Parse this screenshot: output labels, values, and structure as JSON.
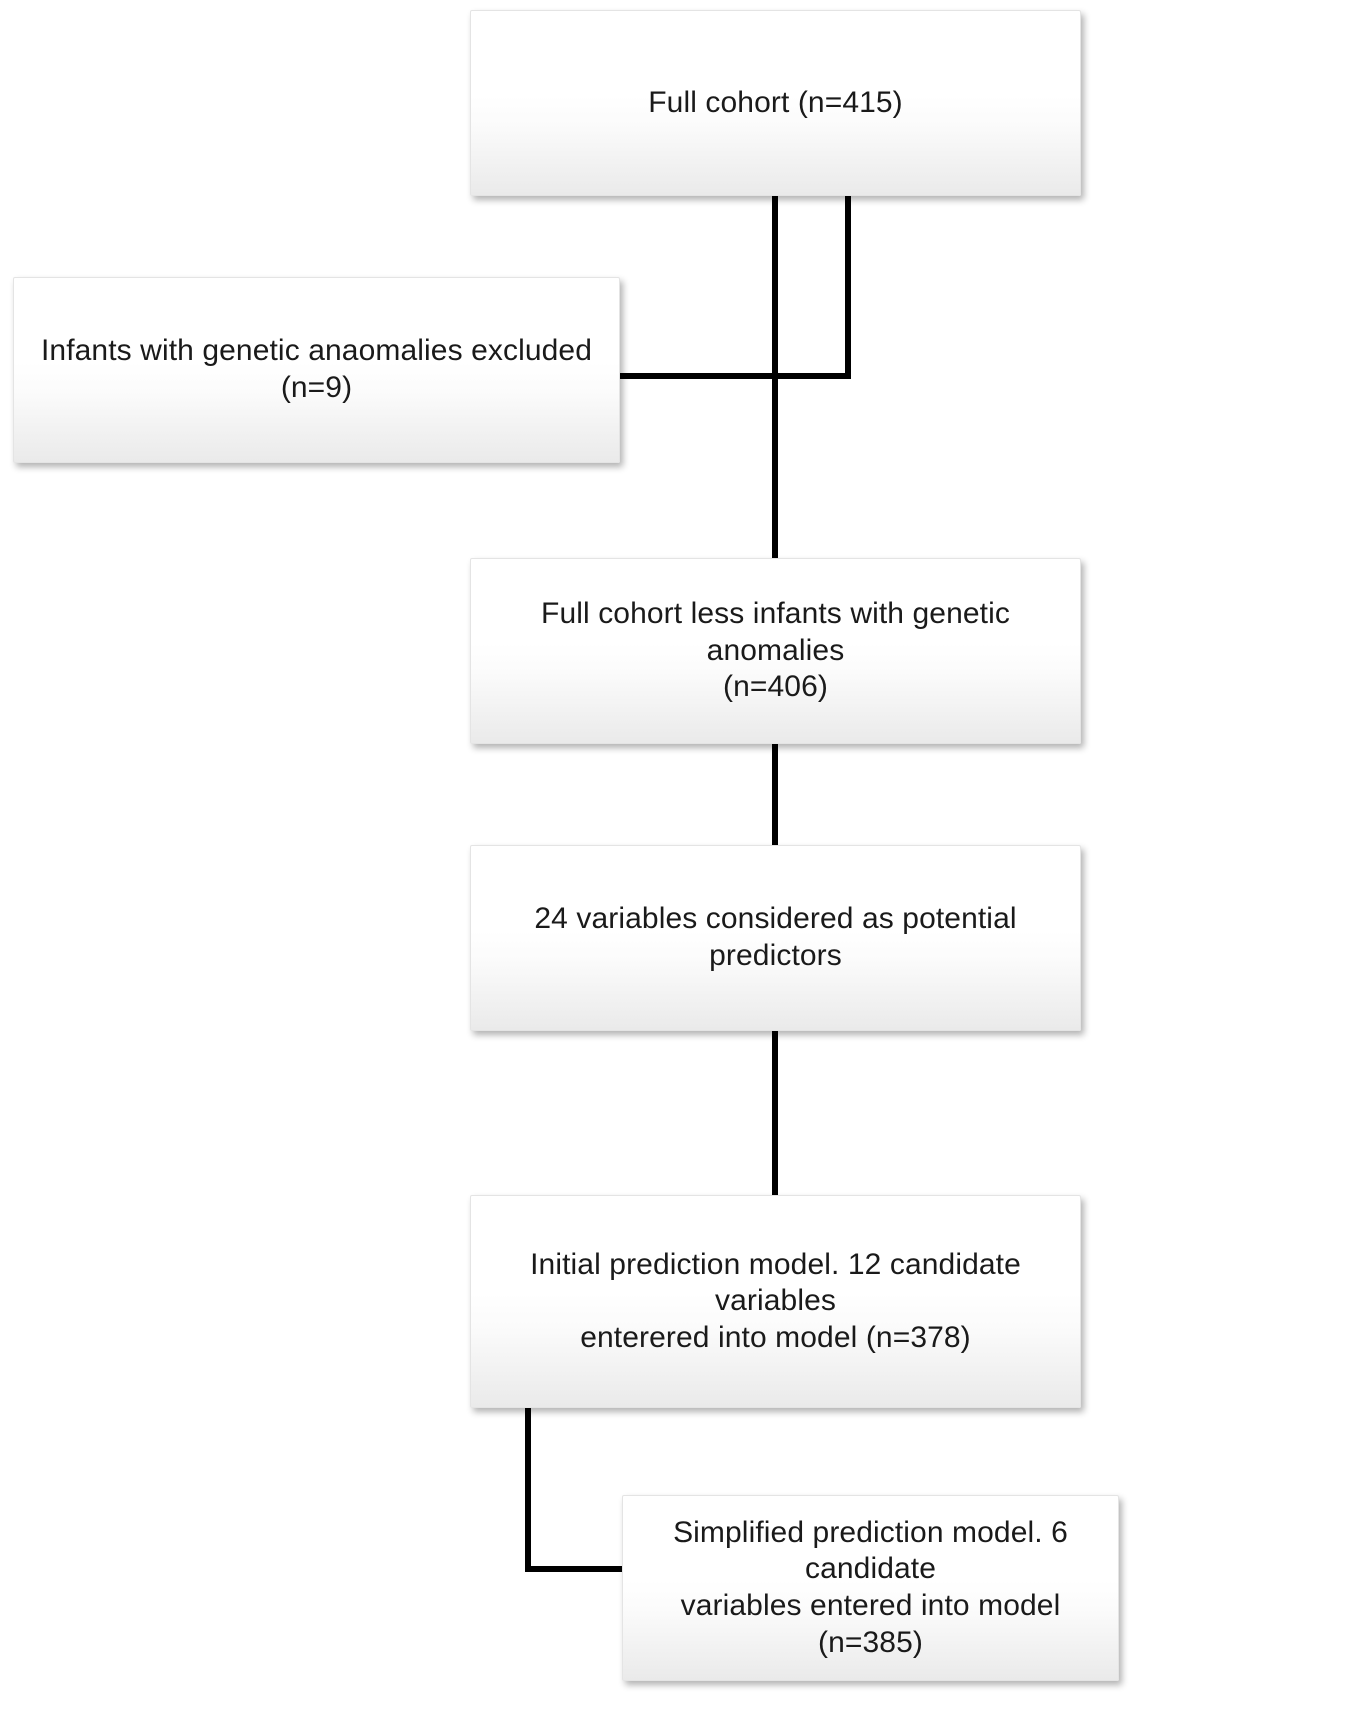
{
  "diagram": {
    "type": "flowchart",
    "title": "Study cohort selection and prediction model flow",
    "orientation": "top-to-bottom",
    "style": {
      "box_fill_top": "#ffffff",
      "box_fill_bottom": "#eaeaea",
      "box_border": "#e4e4e4",
      "connector_color": "#000000",
      "text_color": "#1a1a1a",
      "background": "#ffffff"
    },
    "nodes": [
      {
        "id": "full-cohort",
        "label": "Full cohort (n=415)",
        "n": 415
      },
      {
        "id": "genetic-anomalies-excluded",
        "label": "Infants with genetic anaomalies excluded (n=9)",
        "n": 9
      },
      {
        "id": "cohort-less-anomalies",
        "label": "Full cohort less infants with genetic anomalies\n(n=406)",
        "n": 406
      },
      {
        "id": "variables-considered",
        "label": "24 variables considered as potential predictors",
        "n": 24
      },
      {
        "id": "initial-prediction-model",
        "label": "Initial prediction model. 12 candidate variables\nenterered into model (n=378)",
        "n": 378
      },
      {
        "id": "simplified-prediction-model",
        "label": "Simplified prediction model. 6 candidate\nvariables entered into model (n=385)",
        "n": 385
      }
    ],
    "edges": [
      {
        "id": "edge-cohort-to-exclusion",
        "from": "full-cohort",
        "to": "genetic-anomalies-excluded",
        "shape": "elbow-left"
      },
      {
        "id": "edge-cohort-to-less-anomalies",
        "from": "full-cohort",
        "to": "cohort-less-anomalies",
        "shape": "straight-down"
      },
      {
        "id": "edge-less-anomalies-to-variables",
        "from": "cohort-less-anomalies",
        "to": "variables-considered",
        "shape": "straight-down"
      },
      {
        "id": "edge-variables-to-initial-model",
        "from": "variables-considered",
        "to": "initial-prediction-model",
        "shape": "straight-down"
      },
      {
        "id": "edge-initial-to-simplified-model",
        "from": "initial-prediction-model",
        "to": "simplified-prediction-model",
        "shape": "elbow-right"
      }
    ]
  }
}
